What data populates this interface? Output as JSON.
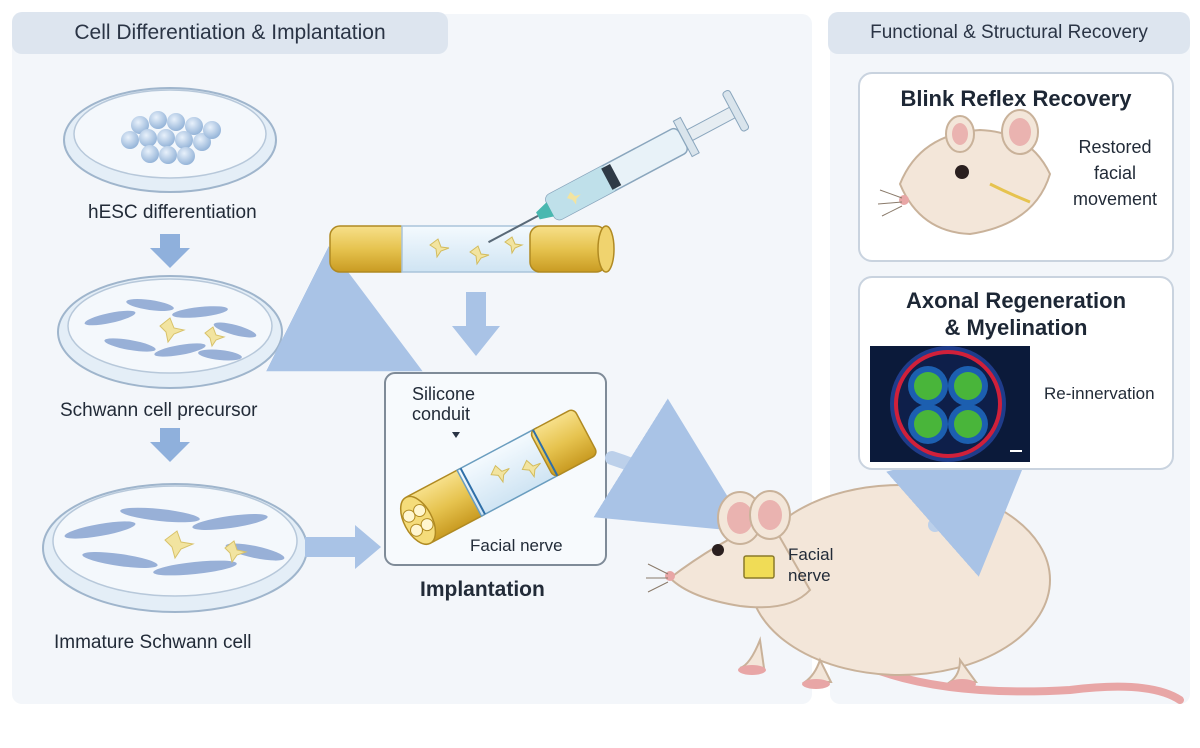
{
  "sections": {
    "left_title": "Cell Differentiation & Implantation",
    "right_title": "Functional & Structural Recovery"
  },
  "steps": {
    "step1": "hESC differentiation",
    "step2": "Schwann cell precursor",
    "step3": "Immature Schwann cell"
  },
  "implant": {
    "conduit_label": "Silicone conduit",
    "nerve_label": "Facial nerve",
    "title": "Implantation"
  },
  "rat_label": "Facial nerve",
  "recovery": {
    "blink_title": "Blink Reflex Recovery",
    "blink_caption": "Restored facial movement",
    "axon_title_line1": "Axonal Regeneration",
    "axon_title_line2": "& Myelination",
    "axon_caption": "Re-innervation"
  },
  "colors": {
    "arrow": "#a9c3e6",
    "arrow_dark": "#7ea5d8",
    "conduit_gold": "#e6c34f",
    "cell_blue": "#8fa9d4",
    "cell_yellow": "#f2e4a0",
    "rat_body": "#f3e6d9",
    "rat_pink": "#e8a6a6",
    "micro_bg": "#0b1a3a",
    "micro_green": "#49b53a"
  }
}
